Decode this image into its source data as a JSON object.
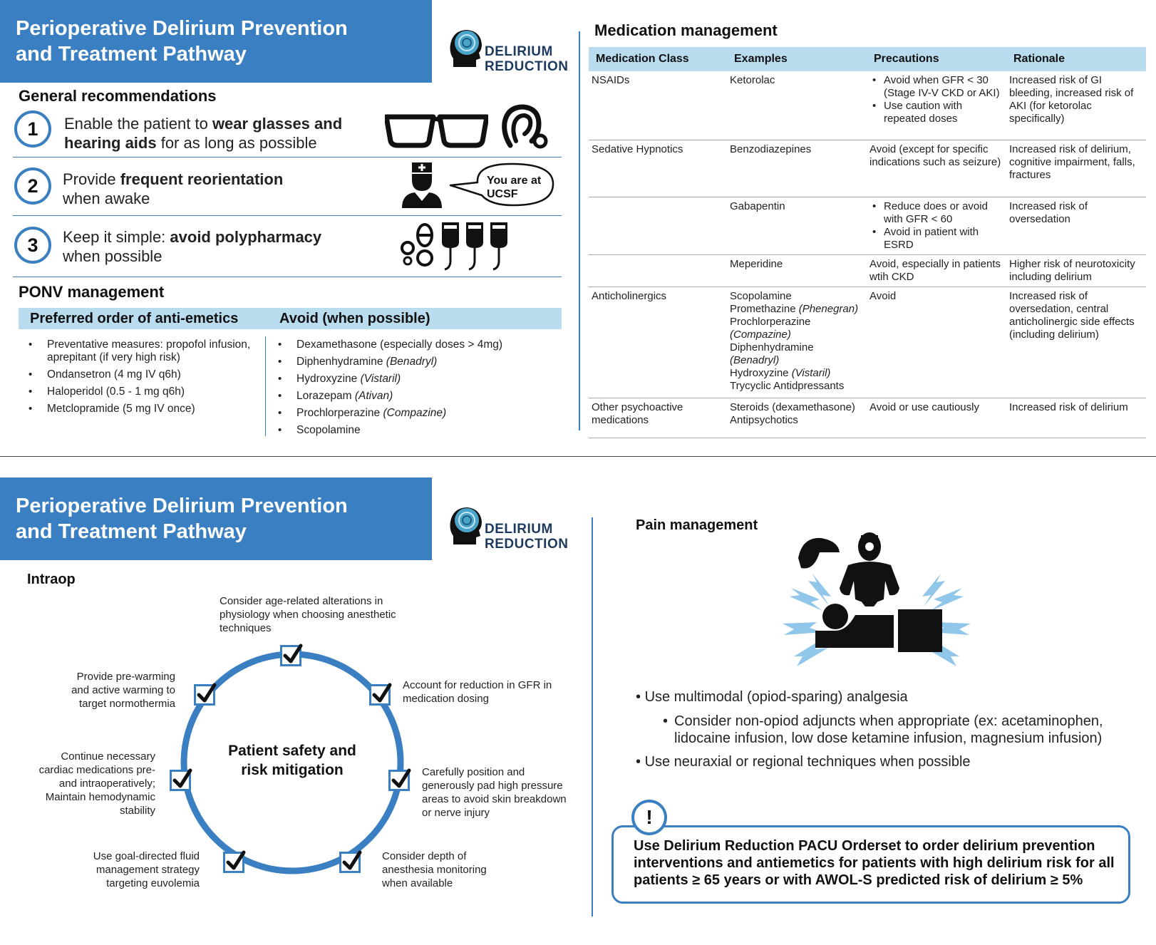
{
  "banner": {
    "line1": "Perioperative Delirium Prevention",
    "line2": "and Treatment Pathway"
  },
  "logo": {
    "line1": "DELIRIUM",
    "line2": "REDUCTION"
  },
  "general": {
    "heading": "General recommendations",
    "items": [
      {
        "num": "1",
        "pre": "Enable the patient to ",
        "bold": "wear glasses and hearing aids",
        "post": " for as long as possible"
      },
      {
        "num": "2",
        "pre": "Provide ",
        "bold": "frequent reorientation",
        "post": "when awake"
      },
      {
        "num": "3",
        "pre": "Keep it simple: ",
        "bold": "avoid polypharmacy",
        "post": "when possible"
      }
    ],
    "speech_line1": "You are at",
    "speech_line2": "UCSF"
  },
  "ponv": {
    "heading": "PONV management",
    "col1_header": "Preferred order of anti-emetics",
    "col2_header": "Avoid (when possible)",
    "preferred": [
      "Preventative measures: propofol infusion, aprepitant (if very high risk)",
      "Ondansetron (4 mg IV q6h)",
      "Haloperidol (0.5 - 1 mg q6h)",
      "Metclopramide (5 mg IV once)"
    ],
    "avoid": [
      {
        "text": "Dexamethasone (especially doses > 4mg)",
        "italic": ""
      },
      {
        "text": "Diphenhydramine ",
        "italic": "(Benadryl)"
      },
      {
        "text": "Hydroxyzine ",
        "italic": "(Vistaril)"
      },
      {
        "text": "Lorazepam ",
        "italic": "(Ativan)"
      },
      {
        "text": "Prochlorperazine ",
        "italic": "(Compazine)"
      },
      {
        "text": "Scopolamine",
        "italic": ""
      }
    ]
  },
  "medication": {
    "heading": "Medication management",
    "headers": [
      "Medication Class",
      "Examples",
      "Precautions",
      "Rationale"
    ],
    "nsaids": {
      "class": "NSAIDs",
      "example": "Ketorolac",
      "prec1": "Avoid when GFR < 30 (Stage IV-V CKD or AKI)",
      "prec2": "Use caution with repeated doses",
      "rationale": "Increased risk of GI bleeding, increased risk of AKI (for ketorolac specifically)"
    },
    "sedative": {
      "class": "Sedative Hypnotics",
      "example": "Benzodiazepines",
      "precaution": "Avoid (except for specific indications such as seizure)",
      "rationale": "Increased risk of delirium, cognitive impairment, falls, fractures"
    },
    "gabapentin": {
      "example": "Gabapentin",
      "prec1": "Reduce does or avoid with GFR < 60",
      "prec2": "Avoid in patient with ESRD",
      "rationale": "Increased risk of oversedation"
    },
    "meperidine": {
      "example": "Meperidine",
      "precaution": "Avoid, especially in patients wtih CKD",
      "rationale": "Higher risk of neurotoxicity including delirium"
    },
    "anticholinergics": {
      "class": "Anticholinergics",
      "ex1": "Scopolamine",
      "ex2": "Promethazine ",
      "ex2i": "(Phenegran)",
      "ex3": "Prochlorperazine",
      "ex3i": "(Compazine)",
      "ex4": "Diphenhydramine",
      "ex4i": "(Benadryl)",
      "ex5": "Hydroxyzine ",
      "ex5i": "(Vistaril)",
      "ex6": "Trycyclic Antidpressants",
      "precaution": "Avoid",
      "rationale": "Increased risk of oversedation, central anticholinergic side effects (including delirium)"
    },
    "other": {
      "class": "Other psychoactive medications",
      "ex1": "Steroids (dexamethasone)",
      "ex2": "Antipsychotics",
      "precaution": "Avoid or use cautiously",
      "rationale": "Increased risk of delirium"
    }
  },
  "intraop": {
    "heading": "Intraop",
    "center_line1": "Patient safety and",
    "center_line2": "risk mitigation",
    "labels": {
      "top": "Consider age-related alterations in physiology when choosing anesthetic techniques",
      "top_right": "Account for reduction in GFR in medication dosing",
      "right": "Carefully position and generously pad high pressure areas to avoid skin breakdown or nerve injury",
      "bottom_right": "Consider depth of anesthesia monitoring when available",
      "bottom_left": "Use goal-directed fluid management strategy targeting euvolemia",
      "left": "Continue necessary cardiac medications pre- and intraoperatively; Maintain hemodynamic stability",
      "top_left": "Provide pre-warming and active warming to target normothermia"
    }
  },
  "pain": {
    "heading": "Pain management",
    "b1": "Use multimodal (opiod-sparing) analgesia",
    "b2": "Consider non-opiod adjuncts when appropriate (ex: acetaminophen, lidocaine infusion, low dose ketamine infusion, magnesium infusion)",
    "b3": "Use neuraxial or regional techniques when possible"
  },
  "alert": {
    "symbol": "!",
    "text": "Use Delirium Reduction PACU Orderset to order delirium prevention interventions and antiemetics for patients with high delirium risk for all patients ≥ 65 years or with AWOL-S predicted risk of delirium ≥ 5%"
  },
  "colors": {
    "brand_blue": "#3a7fc1",
    "header_light_blue": "#b9dcef",
    "ray_blue": "#8fc6ea"
  }
}
